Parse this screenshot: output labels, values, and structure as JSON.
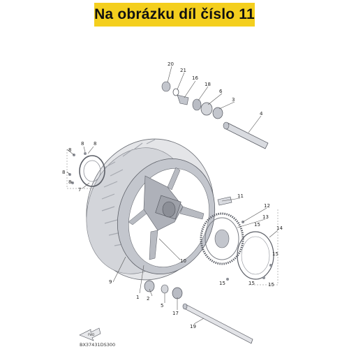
{
  "banner": {
    "text": "Na obrázku díl číslo 11"
  },
  "diagram_code": "BX37431DS300",
  "front_arrow": "FWD",
  "callouts": [
    "20",
    "21",
    "16",
    "18",
    "6",
    "3",
    "4",
    "8",
    "8",
    "8",
    "8",
    "8",
    "7",
    "11",
    "12",
    "13",
    "14",
    "15",
    "15",
    "15",
    "15",
    "15",
    "9",
    "10",
    "1",
    "2",
    "5",
    "17",
    "19"
  ],
  "colors": {
    "banner": "#f4cf1e",
    "rim": "#b9bcc4",
    "tire": "#e3e4e7"
  }
}
